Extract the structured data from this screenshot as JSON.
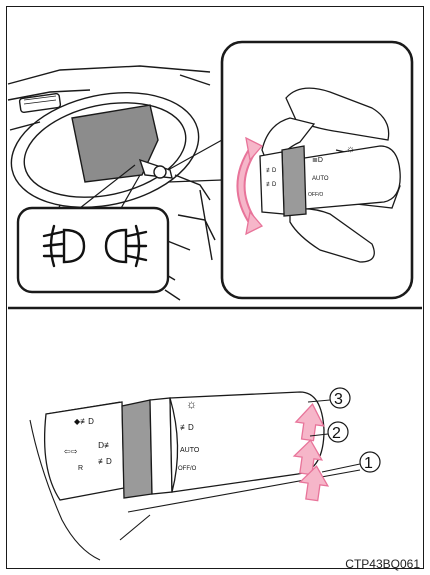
{
  "figure_code": "CTP43BQ061",
  "lever_labels": {
    "auto": "AUTO",
    "off_reset": "OFF/O"
  },
  "positions": [
    {
      "number": "1"
    },
    {
      "number": "2"
    },
    {
      "number": "3"
    }
  ],
  "colors": {
    "line": "#1a1a1a",
    "arrow_pink": "#e8749a",
    "arrow_pink_fill": "#f6b6c9",
    "ring_gray": "#9a9a9a",
    "dash_fill": "#8c8c8c"
  },
  "icons": [
    "front-fog-light-icon",
    "rear-fog-light-icon",
    "headlight-icon",
    "parking-light-icon",
    "turn-signal-icon"
  ]
}
